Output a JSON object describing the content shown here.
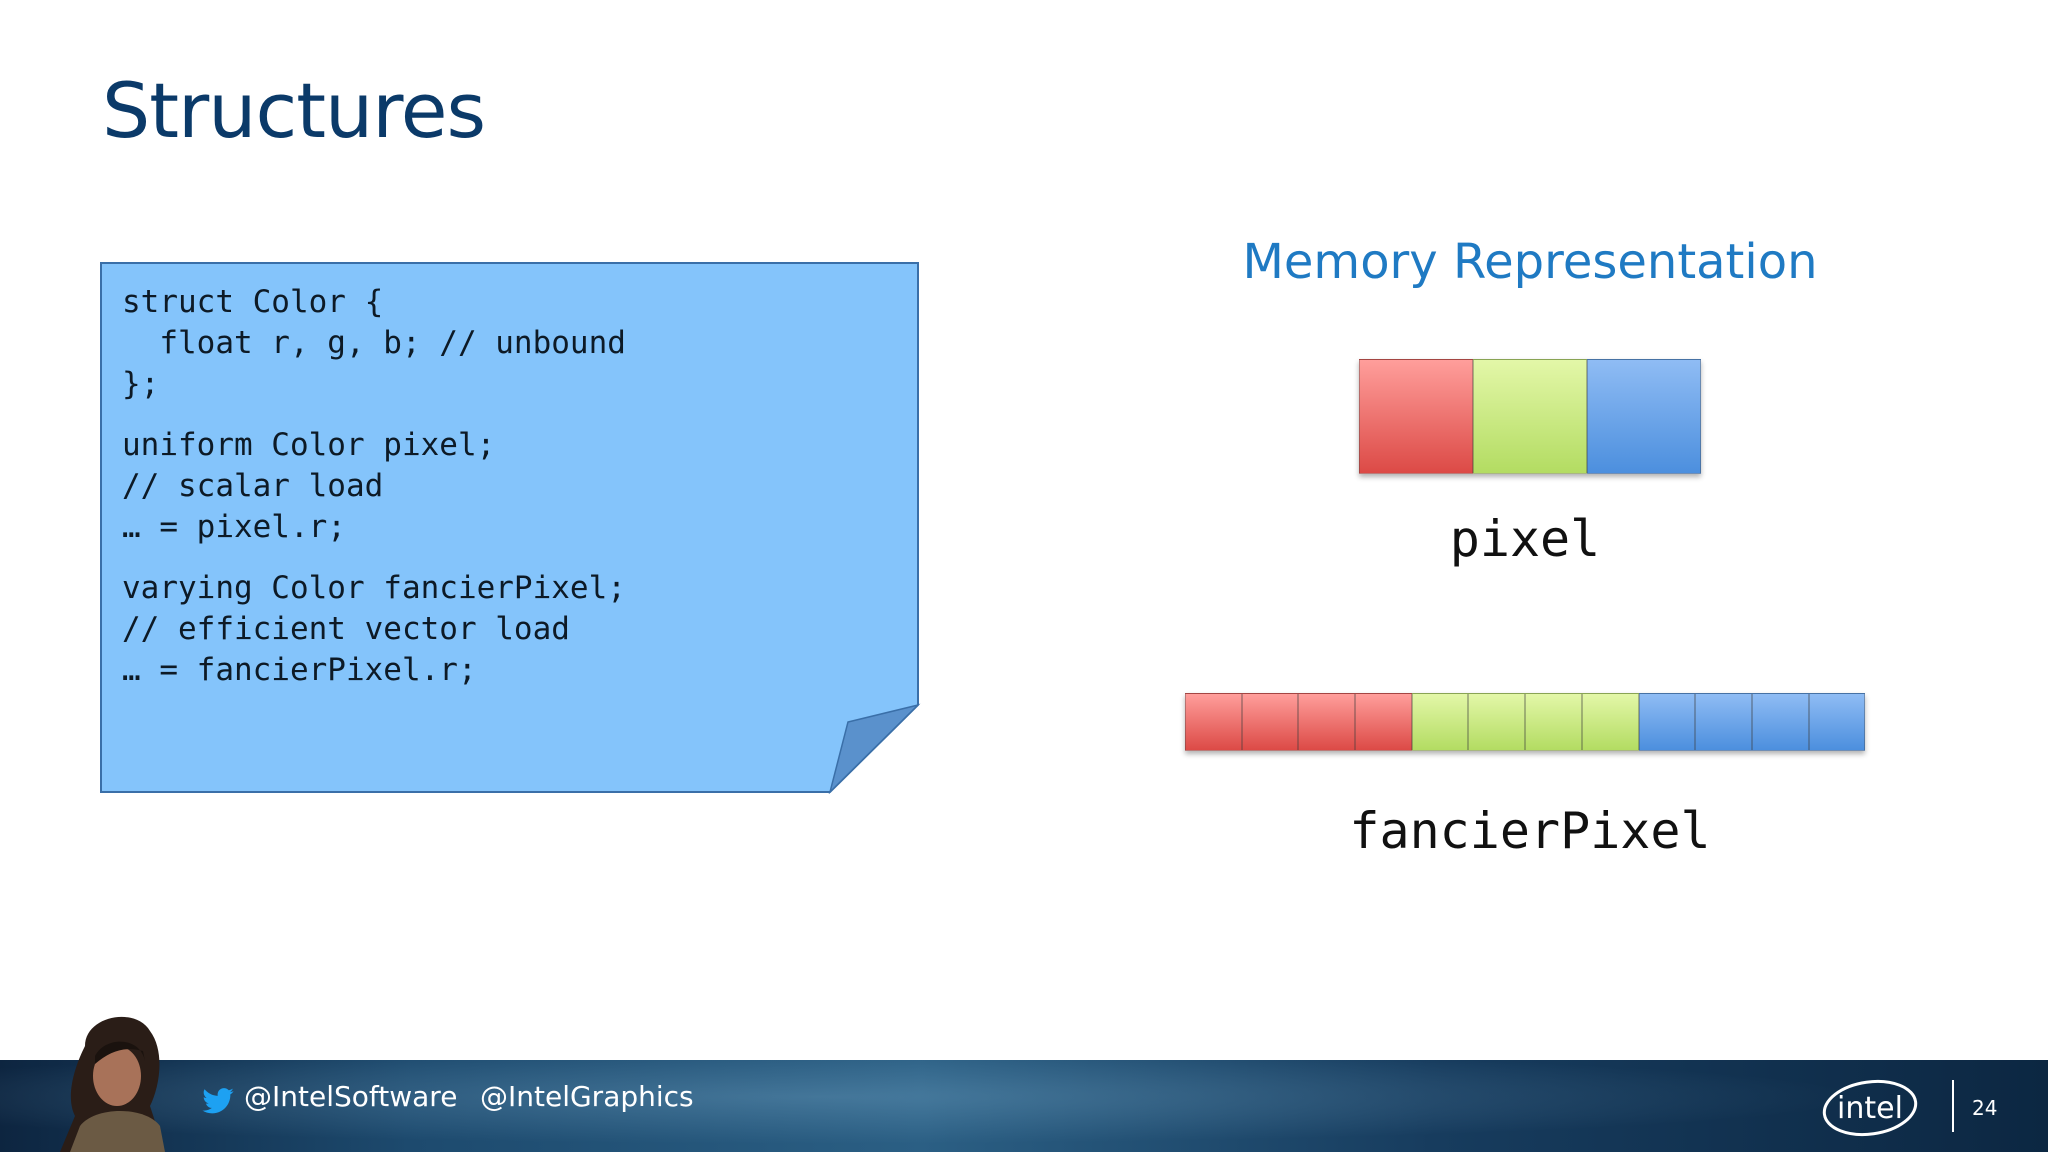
{
  "slide": {
    "title": "Structures",
    "page_number": "24"
  },
  "code_note": {
    "lines": [
      "struct Color {",
      "  float r, g, b; // unbound",
      "};",
      "",
      "uniform Color pixel;",
      "// scalar load",
      "… = pixel.r;",
      "",
      "varying Color fancierPixel;",
      "// efficient vector load",
      "… = fancierPixel.r;"
    ],
    "fill_color": "#84c4fb",
    "border_color": "#3a6fa8"
  },
  "memory": {
    "heading": "Memory Representation",
    "pixel": {
      "label": "pixel",
      "cells": [
        "r",
        "g",
        "b"
      ]
    },
    "fancier_pixel": {
      "label": "fancierPixel",
      "cells": [
        "r",
        "r",
        "r",
        "r",
        "g",
        "g",
        "g",
        "g",
        "b",
        "b",
        "b",
        "b"
      ]
    },
    "colors": {
      "r": [
        "#ff9e9b",
        "#dc4a46"
      ],
      "g": [
        "#e3f7a8",
        "#b3dc62"
      ],
      "b": [
        "#8fbcf4",
        "#4c8fde"
      ]
    }
  },
  "footer": {
    "twitter_handle_1": "@IntelSoftware",
    "twitter_handle_2": "@IntelGraphics",
    "logo_text": "intel"
  }
}
